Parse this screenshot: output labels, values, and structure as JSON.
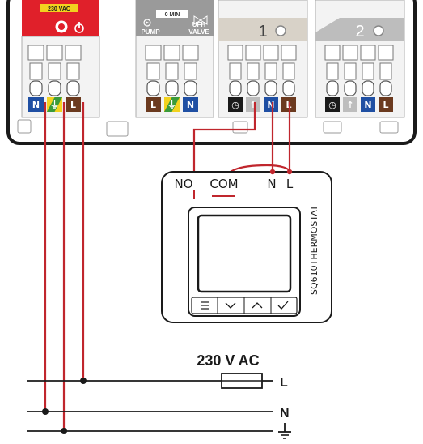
{
  "controller": {
    "power_section": {
      "voltage_label": "230 VAC",
      "terminals": [
        "N",
        "⏚",
        "L"
      ]
    },
    "pump_section": {
      "timer_label": "0 MIN",
      "pump_label": "PUMP",
      "valve_label_1": "UFH",
      "valve_label_2": "VALVE",
      "terminals": [
        "L",
        "⏚",
        "N"
      ]
    },
    "zone_1": {
      "number": "1",
      "terminals": [
        "◷",
        "↑",
        "N",
        "L"
      ]
    },
    "zone_2": {
      "number": "2",
      "terminals": [
        "◷",
        "↑",
        "N",
        "L"
      ]
    }
  },
  "thermostat": {
    "name": "SQ610THERMOSTAT",
    "terminals": {
      "no": "NO",
      "com": "COM",
      "n": "N",
      "l": "L"
    },
    "buttons": [
      "≡",
      "﹀",
      "︿",
      "✓"
    ]
  },
  "supply": {
    "voltage_label": "230 V AC",
    "lines": {
      "l": "L",
      "n": "N",
      "earth": "⏚"
    }
  },
  "colors": {
    "wire": "#c0262d",
    "controller_border": "#1a1a1a",
    "panel_fill": "#f3f3f3",
    "live_brown": "#6b3a1f",
    "neutral_blue": "#1f4fa3",
    "earth_green": "#3a9a3a",
    "earth_yellow": "#f2d21f",
    "power_red": "#e0202a"
  }
}
